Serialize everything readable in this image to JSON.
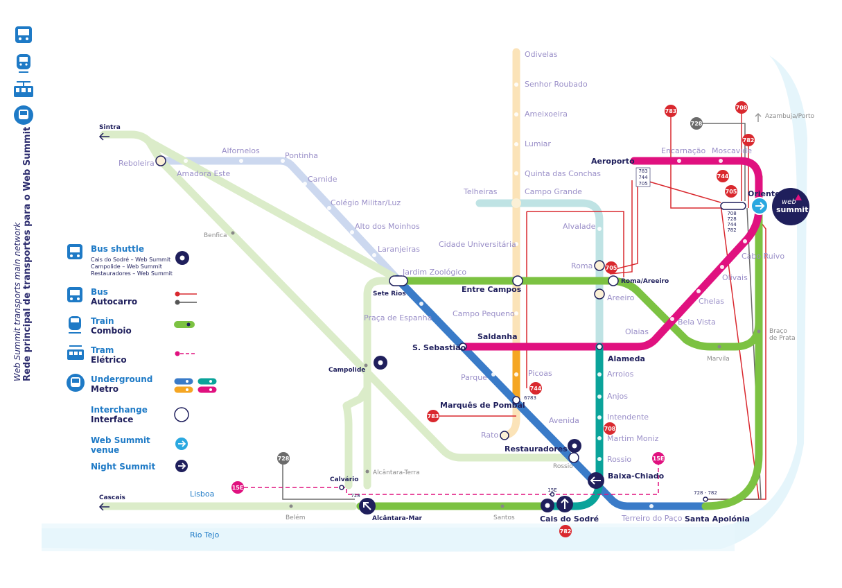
{
  "sidebar": {
    "title_en": "Web Summit transports main network",
    "title_pt": "Rede principal de transportes para o Web Summit",
    "icons": [
      "bus-icon",
      "train-icon",
      "tram-icon",
      "metro-icon"
    ]
  },
  "legend": {
    "shuttle": {
      "title": "Bus shuttle",
      "routes": [
        "Cais do Sodré – Web Summit",
        "Campolide – Web Summit",
        "Restauradores – Web Summit"
      ]
    },
    "bus": {
      "title": "Bus",
      "subtitle": "Autocarro"
    },
    "train": {
      "title": "Train",
      "subtitle": "Comboio"
    },
    "tram": {
      "title": "Tram",
      "subtitle": "Elétrico"
    },
    "metro": {
      "title": "Underground",
      "subtitle": "Metro"
    },
    "interchange": {
      "title": "Interchange",
      "subtitle": "Interface"
    },
    "venue": {
      "title": "Web Summit",
      "subtitle": "venue"
    },
    "night": {
      "title": "Night Summit"
    }
  },
  "colors": {
    "yellow": "#f5a623",
    "yellow_light": "#fbe3b8",
    "blue": "#3a7bc8",
    "blue_light": "#ccd8ef",
    "green": "#7cc242",
    "green_light": "#dbecc9",
    "red": "#e0117f",
    "teal": "#0aa39a",
    "teal_light": "#bfe3e4",
    "bus_red": "#d9282e",
    "dark": "#1f1f5c",
    "venue": "#2aa8e0",
    "label": "#9a8fc8"
  },
  "venue_logo": {
    "line1": "web",
    "line2": "summit"
  },
  "stations": {
    "odivelas": "Odivelas",
    "senhor_roubado": "Senhor Roubado",
    "ameixoeira": "Ameixoeira",
    "lumiar": "Lumiar",
    "quinta_conchas": "Quinta das Conchas",
    "campo_grande": "Campo Grande",
    "telheiras": "Telheiras",
    "alvalade": "Alvalade",
    "roma": "Roma",
    "areeiro": "Areeiro",
    "roma_areeiro": "Roma/Areeiro",
    "cidade_universitaria": "Cidade Universitária",
    "entre_campos": "Entre Campos",
    "campo_pequeno": "Campo Pequeno",
    "saldanha": "Saldanha",
    "picoas": "Picoas",
    "marques": "Marquês de Pombal",
    "rato": "Rato",
    "avenida": "Avenida",
    "restauradores": "Restauradores",
    "rossio": "Rossio",
    "baixa_chiado": "Baixa-Chiado",
    "cais_sodre": "Cais do Sodré",
    "terreiro_paco": "Terreiro do Paço",
    "santa_apolonia": "Santa Apolónia",
    "alameda": "Alameda",
    "arroios": "Arroios",
    "anjos": "Anjos",
    "intendente": "Intendente",
    "martim_moniz": "Martim Moniz",
    "rossio2": "Rossio",
    "olaias": "Olaias",
    "bela_vista": "Bela Vista",
    "chelas": "Chelas",
    "olivais": "Olivais",
    "cabo_ruivo": "Cabo Ruivo",
    "oriente": "Oriente",
    "moscavide": "Moscavide",
    "encarnacao": "Encarnação",
    "aeroporto": "Aeroporto",
    "marvila": "Marvila",
    "braco_prata_1": "Braço",
    "braco_prata_2": "de Prata",
    "azambuja": "Azambuja/Porto",
    "sintra": "Sintra",
    "reboleira": "Reboleira",
    "amadora_este": "Amadora Este",
    "alfornelos": "Alfornelos",
    "pontinha": "Pontinha",
    "carnide": "Carnide",
    "colegio_militar": "Colégio Militar/Luz",
    "alto_moinhos": "Alto dos Moinhos",
    "laranjeiras": "Laranjeiras",
    "jardim_zoologico": "Jardim Zoológico",
    "sete_rios": "Sete Rios",
    "praca_espanha": "Praça de Espanha",
    "s_sebastiao": "S. Sebastião",
    "parque": "Parque",
    "benfica": "Benfica",
    "campolide": "Campolide",
    "alcantara_terra": "Alcântara-Terra",
    "calvario": "Calvário",
    "alcantara_mar": "Alcântara-Mar",
    "santos": "Santos",
    "belem": "Belém",
    "cascais": "Cascais",
    "lisboa": "Lisboa",
    "rio_tejo": "Rio Tejo"
  },
  "bus_numbers": {
    "b783": "783",
    "b708": "708",
    "b782": "782",
    "b728": "728",
    "b744": "744",
    "b705": "705",
    "b15e": "15E",
    "stack_aeroporto": [
      "783",
      "744",
      "705"
    ],
    "stack_oriente": [
      "708",
      "728",
      "744",
      "782"
    ],
    "b728_782": "728 - 782",
    "b15e_small": "15E",
    "b728_small": "728",
    "b6783": "6783"
  }
}
